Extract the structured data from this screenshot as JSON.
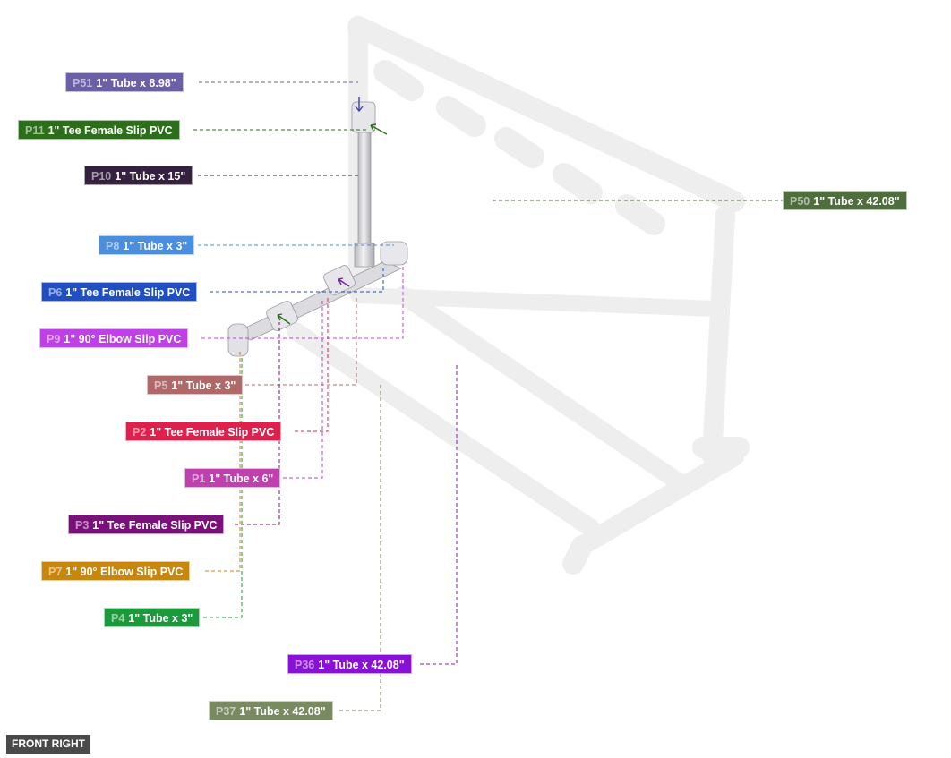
{
  "view_label": "FRONT RIGHT",
  "callouts": [
    {
      "id": "P51",
      "desc": "1\" Tube x 8.98\"",
      "color": "#6b5fa8"
    },
    {
      "id": "P11",
      "desc": "1\" Tee Female Slip PVC",
      "color": "#2c6e1a"
    },
    {
      "id": "P10",
      "desc": "1\" Tube x 15\"",
      "color": "#35203f"
    },
    {
      "id": "P8",
      "desc": "1\" Tube x 3\"",
      "color": "#4a8ee0"
    },
    {
      "id": "P6",
      "desc": "1\" Tee Female Slip PVC",
      "color": "#1f4fc0"
    },
    {
      "id": "P9",
      "desc": "1\" 90° Elbow Slip PVC",
      "color": "#c040e8"
    },
    {
      "id": "P5",
      "desc": "1\" Tube x 3\"",
      "color": "#b06868"
    },
    {
      "id": "P2",
      "desc": "1\" Tee Female Slip PVC",
      "color": "#e0204c"
    },
    {
      "id": "P1",
      "desc": "1\" Tube x 6\"",
      "color": "#c040b0"
    },
    {
      "id": "P3",
      "desc": "1\" Tee Female Slip PVC",
      "color": "#7a107a"
    },
    {
      "id": "P7",
      "desc": "1\" 90° Elbow Slip PVC",
      "color": "#c8860a"
    },
    {
      "id": "P4",
      "desc": "1\" Tube x 3\"",
      "color": "#1a9a3a"
    },
    {
      "id": "P36",
      "desc": "1\" Tube x 42.08\"",
      "color": "#8a10d8"
    },
    {
      "id": "P37",
      "desc": "1\" Tube x 42.08\"",
      "color": "#7a8a60"
    },
    {
      "id": "P50",
      "desc": "1\" Tube x 42.08\"",
      "color": "#4e6e3e"
    }
  ]
}
